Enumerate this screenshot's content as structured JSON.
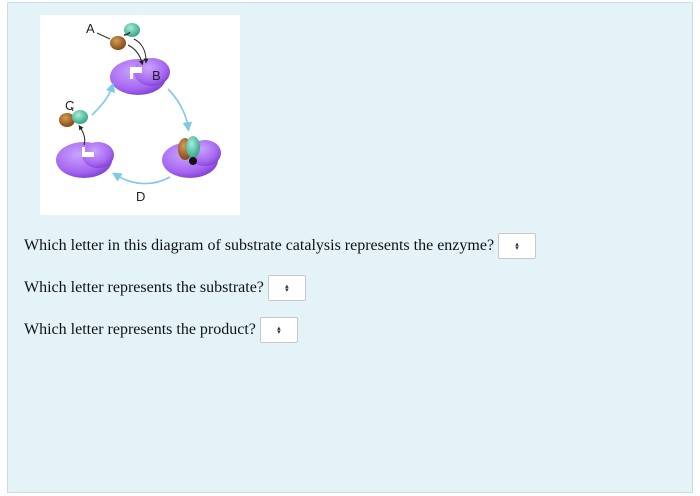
{
  "diagram": {
    "labels": {
      "a": "A",
      "b": "B",
      "c": "C",
      "d": "D"
    },
    "colors": {
      "enzyme": "#a665f0",
      "enzyme_dark": "#7c3fd0",
      "substrate_brown": "#a0621e",
      "substrate_teal": "#4fc3a6",
      "cycle_arrow": "#7ec8ee"
    }
  },
  "questions": [
    {
      "text": "Which letter in this diagram of substrate catalysis represents the enzyme?",
      "selected": ""
    },
    {
      "text": "Which letter represents the substrate?",
      "selected": ""
    },
    {
      "text": "Which letter represents the product?",
      "selected": ""
    }
  ],
  "select_icon": "up-down-chevron-icon"
}
